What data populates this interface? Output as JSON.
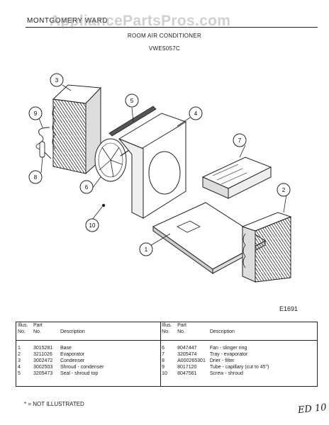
{
  "header": {
    "brand_text": "MONTGOMERY WARD",
    "watermark": "AppliancePartsPros.com",
    "title": "ROOM AIR CONDITIONER",
    "model": "VWE5057C"
  },
  "diagram": {
    "figure_id": "E1691",
    "callouts": [
      "1",
      "2",
      "3",
      "4",
      "5",
      "6",
      "7",
      "8",
      "9",
      "10"
    ]
  },
  "table": {
    "headers": {
      "illus_line1": "Illus.",
      "illus_line2": "No.",
      "part_line1": "Part",
      "part_line2": "No.",
      "description": "Description"
    },
    "rows": [
      {
        "left": {
          "no": "1",
          "part": "3015281",
          "desc": "Base"
        },
        "right": {
          "no": "6",
          "part": "8047447",
          "desc": "Fan - slinger ring"
        }
      },
      {
        "left": {
          "no": "2",
          "part": "3211026",
          "desc": "Evaporator"
        },
        "right": {
          "no": "7",
          "part": "3205474",
          "desc": "Tray - evaporator"
        }
      },
      {
        "left": {
          "no": "3",
          "part": "3002472",
          "desc": "Condenser"
        },
        "right": {
          "no": "8",
          "part": "A000265301",
          "desc": "Drier - filter"
        }
      },
      {
        "left": {
          "no": "4",
          "part": "3002503",
          "desc": "Shroud - condenser"
        },
        "right": {
          "no": "9",
          "part": "8017120",
          "desc": "Tube - capillary (cut to 45\")"
        }
      },
      {
        "left": {
          "no": "5",
          "part": "3205473",
          "desc": "Seal - shroud top"
        },
        "right": {
          "no": "10",
          "part": "8047561",
          "desc": "Screw - shroud"
        }
      }
    ]
  },
  "footnote": "* = NOT ILLUSTRATED",
  "handwritten_note": "ED 10"
}
